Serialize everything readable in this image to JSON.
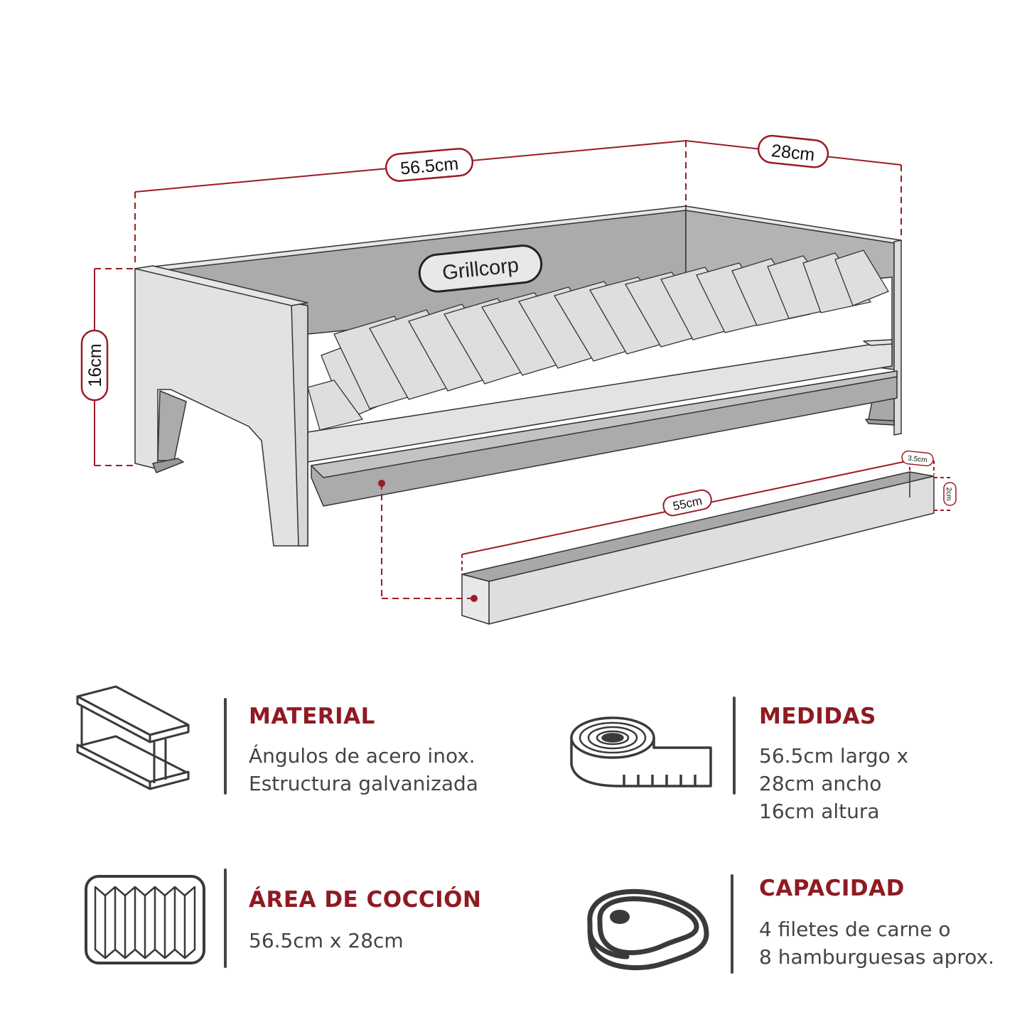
{
  "diagram": {
    "brand_logo": "Grillcorp",
    "dimensions": {
      "length": "56.5cm",
      "depth": "28cm",
      "height": "16cm",
      "tray_length": "55cm",
      "tray_width": "3.5cm",
      "tray_height": "2cm"
    },
    "colors": {
      "accent_red": "#8f1a22",
      "dimension_line": "#9b1c24",
      "body_light": "#e2e2e2",
      "body_mid": "#c9c9c9",
      "body_dark": "#aaaaaa",
      "outline": "#333333",
      "text_gray": "#444444"
    }
  },
  "features": [
    {
      "id": "material",
      "icon": "i-beam-icon",
      "title": "MATERIAL",
      "lines": [
        "Ángulos de acero inox.",
        "Estructura galvanizada"
      ]
    },
    {
      "id": "medidas",
      "icon": "measuring-tape-icon",
      "title": "MEDIDAS",
      "lines": [
        "56.5cm largo x",
        "28cm ancho",
        "16cm altura"
      ]
    },
    {
      "id": "area",
      "icon": "grill-grate-icon",
      "title": "ÁREA DE COCCIÓN",
      "lines": [
        "56.5cm x 28cm"
      ]
    },
    {
      "id": "capacidad",
      "icon": "steak-icon",
      "title": "CAPACIDAD",
      "lines": [
        "4 filetes de carne o",
        "8 hamburguesas aprox."
      ]
    }
  ]
}
